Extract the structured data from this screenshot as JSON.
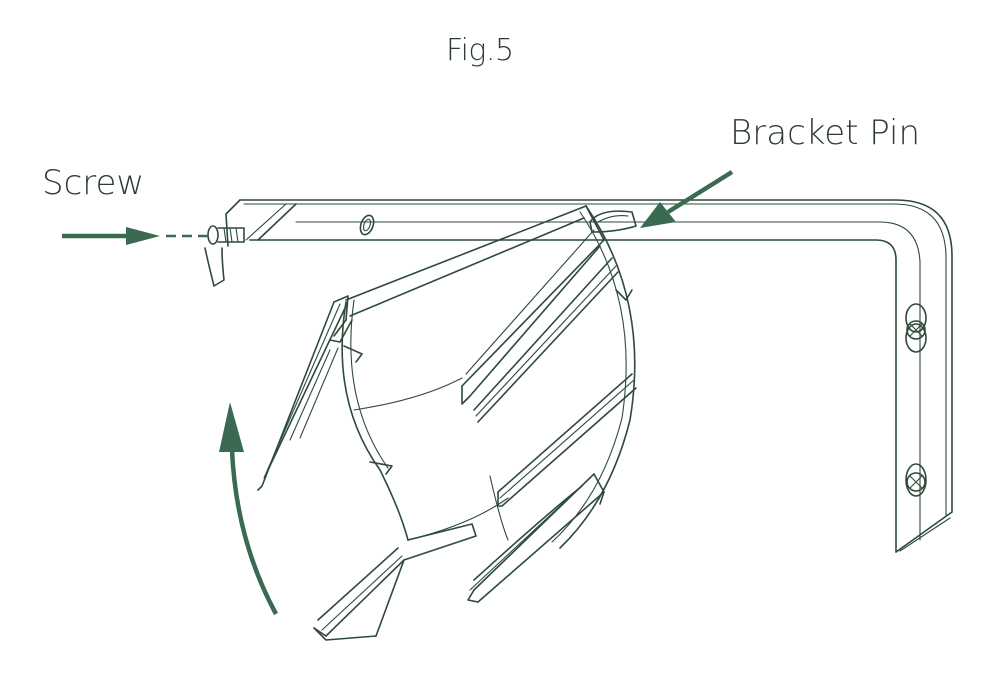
{
  "figure": {
    "title": "Fig.5",
    "screw_label": "Screw",
    "bracket_pin_label": "Bracket Pin"
  },
  "colors": {
    "line": "#2e4a3a",
    "arrow": "#3a6a52",
    "text": "#2d3c33",
    "background": "#ffffff"
  },
  "icons": {
    "screw": "screw-icon",
    "bracket": "l-bracket-drawing",
    "headrail": "headrail-profile-drawing",
    "arrows": [
      "right-arrow",
      "down-left-arrow",
      "curved-up-arrow"
    ]
  }
}
